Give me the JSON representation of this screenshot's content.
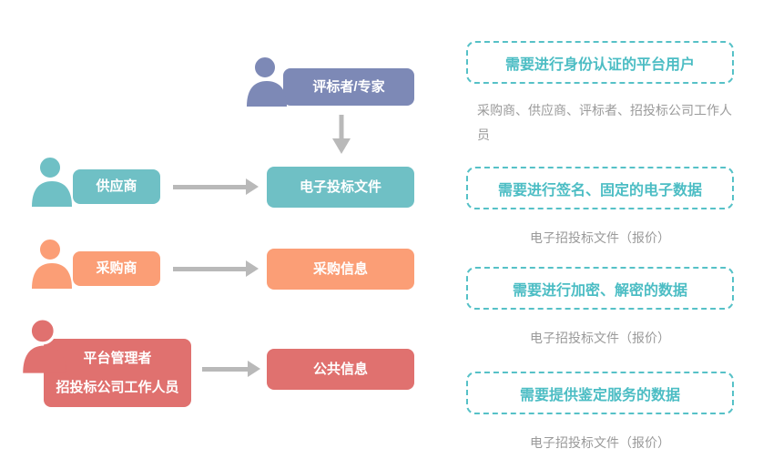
{
  "palette": {
    "purple": "#7d89b6",
    "teal": "#6fc0c5",
    "orange": "#fb9e76",
    "red": "#e0716f",
    "arrow_gray": "#b9b9b9",
    "dashed_border_teal": "#56c1c7",
    "panel_title_teal": "#4cbdc4",
    "description_gray": "#9a9a9a"
  },
  "icons": {
    "person": "user-icon",
    "arrow_right": "arrow-right-icon",
    "arrow_down": "arrow-down-icon"
  },
  "flow": {
    "expert": {
      "label": "评标者/专家"
    },
    "supplier": {
      "label": "供应商",
      "target": "电子投标文件"
    },
    "purchaser": {
      "label": "采购商",
      "target": "采购信息"
    },
    "admin": {
      "label_line1": "平台管理者",
      "label_line2": "招投标公司工作人员",
      "target": "公共信息"
    }
  },
  "panels": [
    {
      "title": "需要进行身份认证的平台用户",
      "description": "采购商、供应商、评标者、招投标公司工作人员"
    },
    {
      "title": "需要进行签名、固定的电子数据",
      "description": "电子招投标文件（报价）"
    },
    {
      "title": "需要进行加密、解密的数据",
      "description": "电子招投标文件（报价）"
    },
    {
      "title": "需要提供鉴定服务的数据",
      "description": "电子招投标文件（报价）"
    }
  ]
}
